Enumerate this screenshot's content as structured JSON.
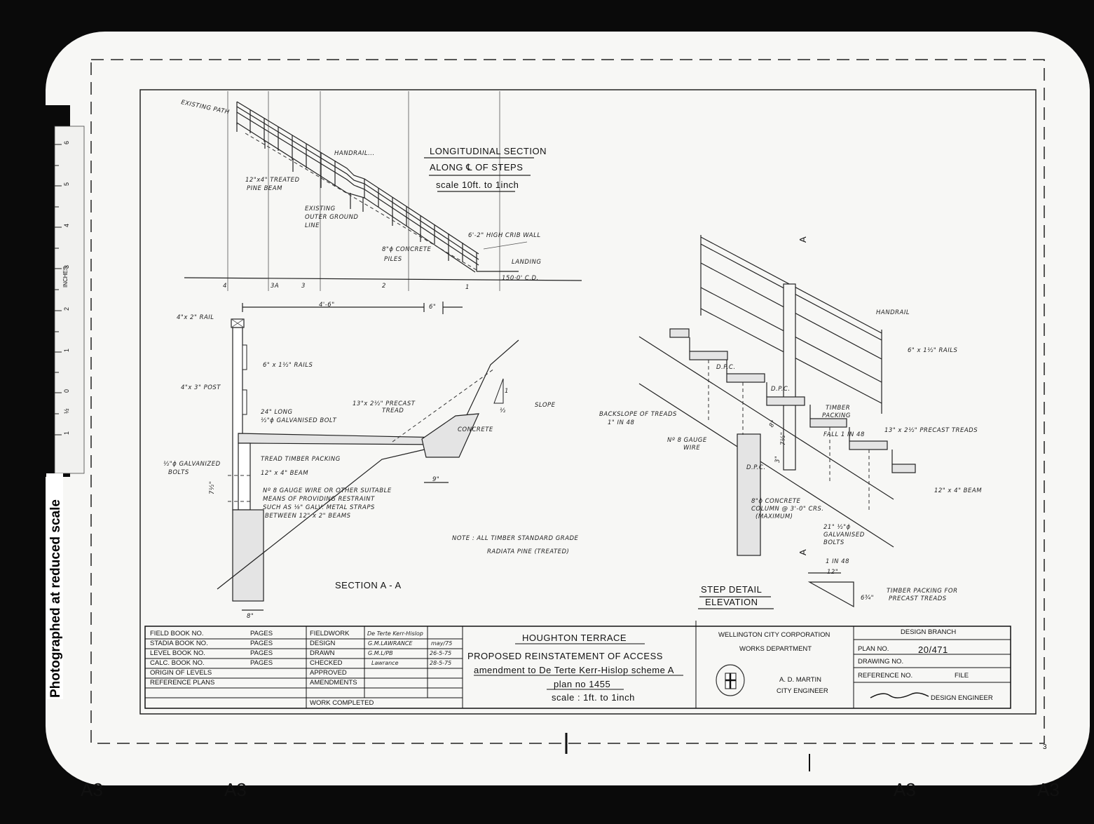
{
  "ruler": {
    "ticks": [
      "6",
      "5",
      "4",
      "3",
      "2",
      "1",
      "0",
      "½",
      "1"
    ],
    "unit": "INCHES",
    "caption": "Photographed at reduced scale"
  },
  "sheet_marks": {
    "a3": "A3",
    "corner": "3"
  },
  "longitudinal": {
    "title1": "LONGITUDINAL SECTION",
    "title2": "ALONG ℄ OF STEPS",
    "scale": "scale 10ft. to 1inch",
    "labels": {
      "existing_path": "EXISTING PATH",
      "handrail": "HANDRAIL...",
      "beam1": "12\"x4\" TREATED",
      "beam2": "PINE BEAM",
      "ground1": "EXISTING",
      "ground2": "OUTER GROUND",
      "ground3": "LINE",
      "piles1": "8\"ϕ CONCRETE",
      "piles2": "PILES",
      "crib": "6'-2\" HIGH CRIB WALL",
      "landing": "LANDING",
      "datum": "150·0' C.D."
    },
    "grid": [
      "4",
      "3A",
      "3",
      "2",
      "1"
    ]
  },
  "section_aa": {
    "title": "SECTION A - A",
    "dims": {
      "width": "4'-6\"",
      "offset": "6\"",
      "footing": "9\"",
      "pier": "8\"",
      "bolt_gap": "7½\""
    },
    "labels": {
      "rail": "4\"x 2\" RAIL",
      "rails": "6\" x 1½\" RAILS",
      "post": "4\"x 3\" POST",
      "bolt1": "24\" LONG",
      "bolt2": "½\"ϕ GALVANISED BOLT",
      "tread1": "13\"x 2½\" PRECAST",
      "tread2": "TREAD",
      "slope_v": "1",
      "slope_h": "½",
      "slope": "SLOPE",
      "concrete": "CONCRETE",
      "packing": "TREAD TIMBER PACKING",
      "gbolts1": "½\"ϕ GALVANIZED",
      "gbolts2": "BOLTS",
      "beam": "12\" x 4\" BEAM",
      "wire1": "Nº 8 GAUGE WIRE OR OTHER SUITABLE",
      "wire2": "MEANS OF PROVIDING RESTRAINT",
      "wire3": "SUCH AS ⅛\" GALV. METAL STRAPS",
      "wire4": "BETWEEN 12\" x 2\" BEAMS"
    }
  },
  "note": {
    "line1": "NOTE :   ALL TIMBER STANDARD GRADE",
    "line2": "RADIATA PINE (TREATED)"
  },
  "step_detail": {
    "title1": "STEP DETAIL",
    "title2": "ELEVATION",
    "section_mark": "A",
    "labels": {
      "handrail": "HANDRAIL",
      "rails": "6\" x 1½\" RAILS",
      "dpc": "D.P.C.",
      "backslope1": "BACKSLOPE OF TREADS",
      "backslope2": "1\" IN 48",
      "packing1": "TIMBER",
      "packing2": "PACKING",
      "fall": "FALL 1 IN 48",
      "treads": "13\" x 2½\" PRECAST TREADS",
      "wire1": "Nº 8 GAUGE",
      "wire2": "WIRE",
      "dim8": "8\"",
      "dim75": "7½\"",
      "dim3": "3\"",
      "beam": "12\" x 4\" BEAM",
      "col1": "8\"ϕ CONCRETE",
      "col2": "COLUMN @ 3'-0\" CRS.",
      "col3": "(MAXIMUM)",
      "bolts1": "21\" ½\"ϕ",
      "bolts2": "GALVANISED",
      "bolts3": "BOLTS",
      "pk_slope": "1 IN 48",
      "pk_len": "12\"",
      "pk_ht": "6¾\"",
      "pk1": "TIMBER PACKING FOR",
      "pk2": "PRECAST TREADS"
    }
  },
  "title_block": {
    "rows": [
      {
        "book": "FIELD BOOK NO.",
        "pages": "PAGES",
        "role": "FIELDWORK",
        "name": "De Terte Kerr-Hislop",
        "date": ""
      },
      {
        "book": "STADIA BOOK NO.",
        "pages": "PAGES",
        "role": "DESIGN",
        "name": "G.M.LAWRANCE",
        "date": "may/75"
      },
      {
        "book": "LEVEL BOOK NO.",
        "pages": "PAGES",
        "role": "DRAWN",
        "name": "G.M.L/PB",
        "date": "26-5-75"
      },
      {
        "book": "CALC. BOOK NO.",
        "pages": "PAGES",
        "role": "CHECKED",
        "name": "Lawrance",
        "date": "28-5-75"
      },
      {
        "book": "ORIGIN OF LEVELS",
        "pages": "",
        "role": "APPROVED",
        "name": "",
        "date": ""
      },
      {
        "book": "REFERENCE PLANS",
        "pages": "",
        "role": "AMENDMENTS",
        "name": "",
        "date": ""
      }
    ],
    "work_completed": "WORK COMPLETED",
    "project": "HOUGHTON TERRACE",
    "description": "PROPOSED REINSTATEMENT OF ACCESS",
    "amendment": "amendment to De Terte Kerr-Hislop scheme A",
    "plan_ref": "plan no 1455",
    "scale": "scale : 1ft. to 1inch",
    "org1": "WELLINGTON CITY CORPORATION",
    "org2": "WORKS DEPARTMENT",
    "engineer": "A. D. MARTIN",
    "engineer_title": "CITY ENGINEER",
    "branch": "DESIGN BRANCH",
    "plan_no_label": "PLAN NO.",
    "plan_no": "20/471",
    "drawing_no_label": "DRAWING NO.",
    "reference_label": "REFERENCE NO.",
    "file_label": "FILE",
    "design_engineer": "DESIGN ENGINEER"
  }
}
